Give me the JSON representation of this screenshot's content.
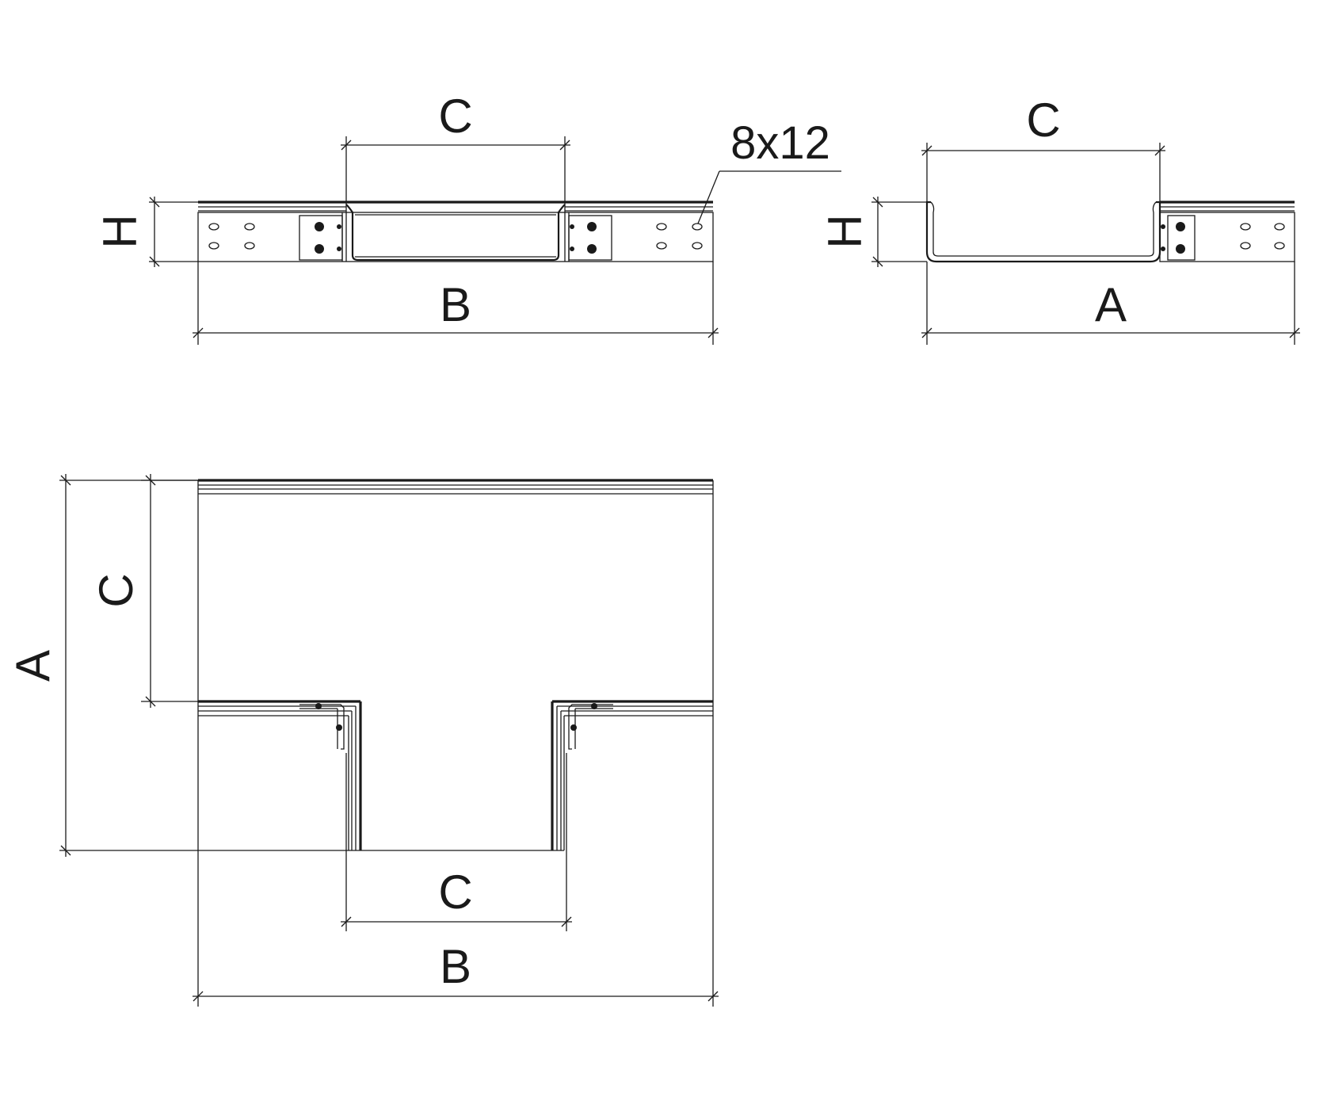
{
  "labels": {
    "top_left": {
      "C": "C",
      "H": "H",
      "B": "B",
      "hole_size": "8x12"
    },
    "top_right": {
      "C": "C",
      "H": "H",
      "A": "A"
    },
    "plan": {
      "A": "A",
      "C_vertical": "C",
      "C_horizontal": "C",
      "B": "B"
    }
  },
  "colors": {
    "line": "#1a1a1a",
    "background": "#ffffff"
  }
}
